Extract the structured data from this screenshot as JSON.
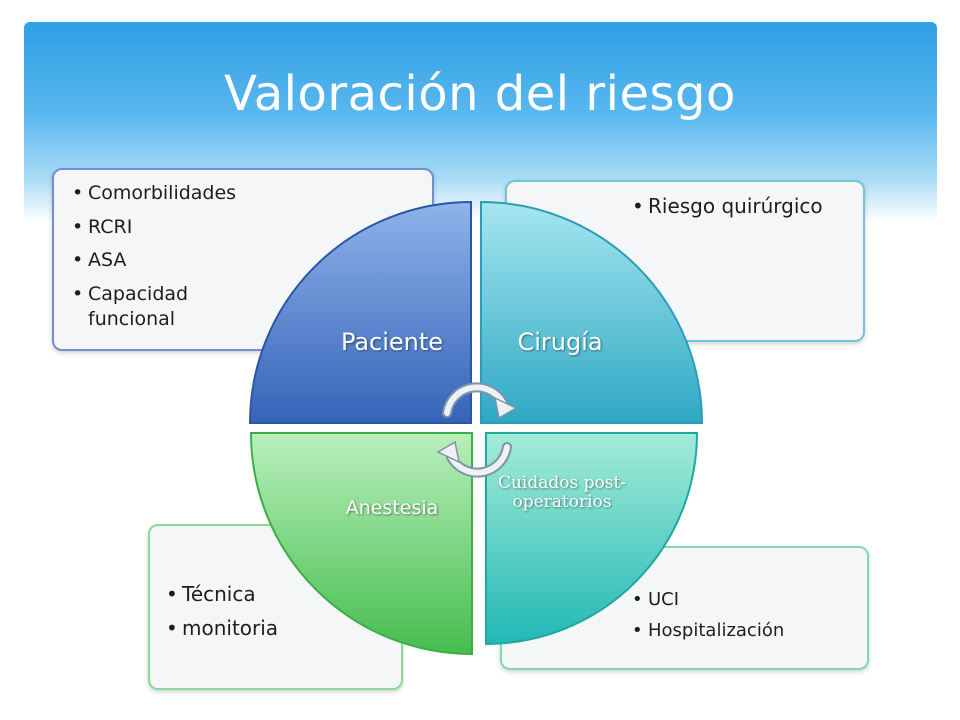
{
  "slide": {
    "title": "Valoración del riesgo"
  },
  "quadrants": {
    "paciente": {
      "label": "Paciente",
      "items": [
        "Comorbilidades",
        "RCRI",
        "ASA",
        "Capacidad funcional"
      ]
    },
    "cirugia": {
      "label": "Cirugía",
      "items": [
        "Riesgo quirúrgico"
      ]
    },
    "anestesia": {
      "label": "Anestesia",
      "items": [
        "Técnica",
        "monitoria"
      ]
    },
    "cuidados": {
      "label": "Cuidados post-operatorios",
      "items": [
        "UCI",
        "Hospitalización"
      ]
    }
  },
  "icons": {
    "cycle": "circular-arrows-icon"
  },
  "colors": {
    "header": "#2f9fe6",
    "paciente": "#3d6fc4",
    "cirugia": "#3fb6cf",
    "anestesia": "#5ccb64",
    "cuidados": "#55d2b0"
  }
}
